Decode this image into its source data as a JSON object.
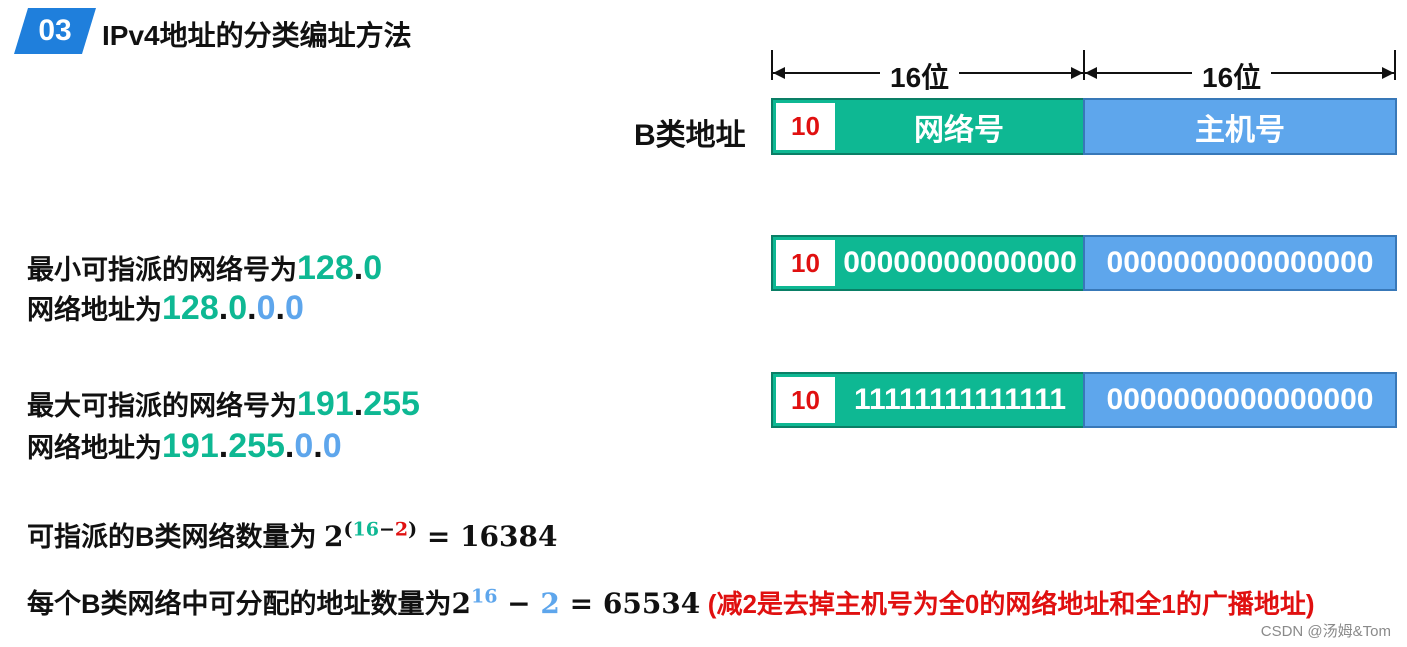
{
  "header": {
    "badge": "03",
    "title": "IPv4地址的分类编址方法"
  },
  "diagram": {
    "bits_label_net": "16位",
    "bits_label_host": "16位",
    "class_label": "B类地址",
    "prefix": "10",
    "net_label": "网络号",
    "host_label": "主机号"
  },
  "min": {
    "prefix": "10",
    "net_bits": "00000000000000",
    "host_bits": "0000000000000000",
    "line1_text": "最小可指派的网络号为",
    "line1_n1": "128",
    "line1_dot1": ".",
    "line1_n2": "0",
    "line2_text": "网络地址为",
    "line2_n1": "128",
    "line2_dot1": ".",
    "line2_n2": "0",
    "line2_dot2": ".",
    "line2_n3": "0",
    "line2_dot3": ".",
    "line2_n4": "0"
  },
  "max": {
    "prefix": "10",
    "net_bits": "11111111111111",
    "host_bits": "0000000000000000",
    "line1_text": "最大可指派的网络号为",
    "line1_n1": "191",
    "line1_dot1": ".",
    "line1_n2": "255",
    "line2_text": "网络地址为",
    "line2_n1": "191",
    "line2_dot1": ".",
    "line2_n2": "255",
    "line2_dot2": ".",
    "line2_n3": "0",
    "line2_dot3": ".",
    "line2_n4": "0"
  },
  "formula1": {
    "text": "可指派的B类网络数量为",
    "base": "2",
    "open": "(",
    "a": "16",
    "minus": "−",
    "b": "2",
    "close": ")",
    "result": " = 16384"
  },
  "formula2": {
    "text": "每个B类网络中可分配的地址数量为",
    "base": "2",
    "exp": "16",
    "minus": " − ",
    "sub": "2",
    "result": " = 65534",
    "note": "(减2是去掉主机号为全0的网络地址和全1的广播地址)"
  },
  "watermark": "CSDN @汤姆&Tom",
  "colors": {
    "network": "#0eb893",
    "host": "#5ea6ec",
    "badge": "#1f7fdc",
    "prefix_text": "#e01010"
  }
}
